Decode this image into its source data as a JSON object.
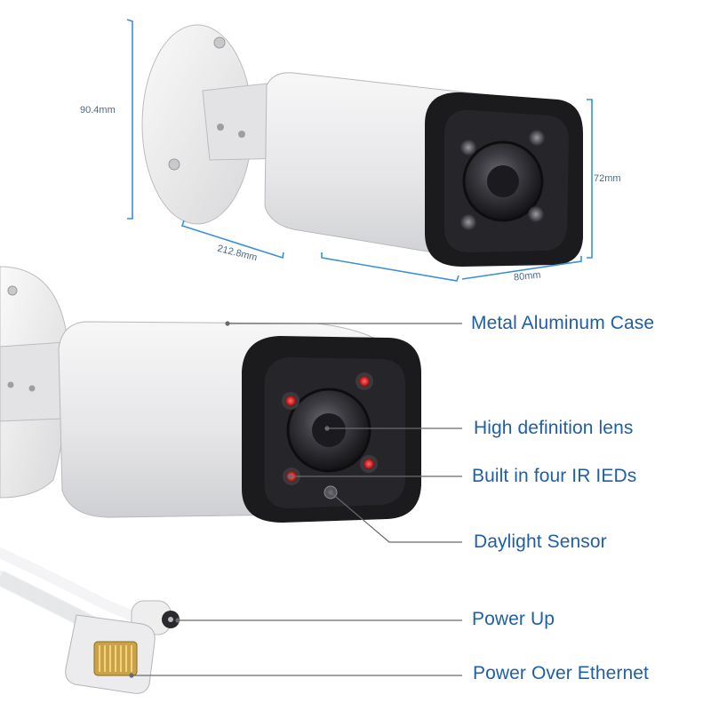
{
  "dimensions": {
    "height_left": "90.4mm",
    "height_right": "72mm",
    "depth": "212.8mm",
    "width": "80mm"
  },
  "callouts": {
    "case": "Metal Aluminum Case",
    "lens": "High definition lens",
    "ir": "Built in four IR IEDs",
    "sensor": "Daylight Sensor",
    "power": "Power Up",
    "poe": "Power Over Ethernet"
  },
  "colors": {
    "callout_text": "#1f5fa8",
    "dimension_line": "#3a8fd6",
    "camera_body": "#e9e9ea",
    "camera_face": "#1b1b1d",
    "ir_led": "#d62a2a"
  }
}
